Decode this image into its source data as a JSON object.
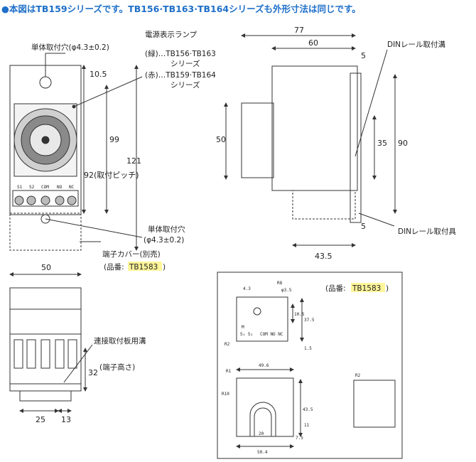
{
  "header_note": "●本図はTB159シリーズです。TB156·TB163·TB164シリーズも外形寸法は同じです。",
  "front_view": {
    "mounting_hole_top": "単体取付穴(φ4.3±0.2)",
    "lamp_title": "電源表示ランプ",
    "lamp_green": "(緑)…TB156·TB163",
    "lamp_green_series": "シリーズ",
    "lamp_red": "(赤)…TB159·TB164",
    "lamp_red_series": "シリーズ",
    "terminals": [
      "S1",
      "S2",
      "COM",
      "NO",
      "NC"
    ],
    "dim_10_5": "10.5",
    "dim_99": "99",
    "dim_121": "121",
    "dim_92_pitch": "92(取付ピッチ)",
    "mounting_hole_bottom_1": "単体取付穴",
    "mounting_hole_bottom_2": "(φ4.3±0.2)",
    "terminal_cover": "端子カバー(別売)",
    "part_no_prefix": "(品番:",
    "part_no": "TB1583",
    "part_no_suffix": ")"
  },
  "side_view": {
    "dim_77": "77",
    "dim_60": "60",
    "dim_5_top": "5",
    "dim_50": "50",
    "dim_35": "35",
    "dim_90": "90",
    "dim_5_bottom": "5",
    "dim_43_5": "43.5",
    "din_groove": "DINレール取付溝",
    "din_fixture": "DINレール取付具"
  },
  "bottom_view": {
    "dim_50": "50",
    "connector_groove": "連接取付板用溝",
    "dim_32": "32",
    "dim_32_note": "(端子高さ)",
    "dim_25": "25",
    "dim_13": "13"
  },
  "cover_detail": {
    "part_no_prefix": "(品番:",
    "part_no": "TB1583",
    "part_no_suffix": ")",
    "dim_4_3": "4.3",
    "dim_r8": "R8",
    "dim_phi_3_5": "φ3.5",
    "dim_10_5": "10.5",
    "dim_37_5": "37.5",
    "dim_1_5": "1.5",
    "dim_r2_left": "R2",
    "symbol_m": "M",
    "symbol_terminals": "S₁ S₂",
    "symbol_com": "COM NO NC",
    "dim_49_6": "49.6",
    "dim_r1": "R1",
    "dim_r10": "R10",
    "dim_43_5": "43.5",
    "dim_11": "11",
    "dim_7_5": "7.5",
    "dim_20": "20",
    "dim_50_4": "50.4",
    "dim_r2_right": "R2"
  }
}
